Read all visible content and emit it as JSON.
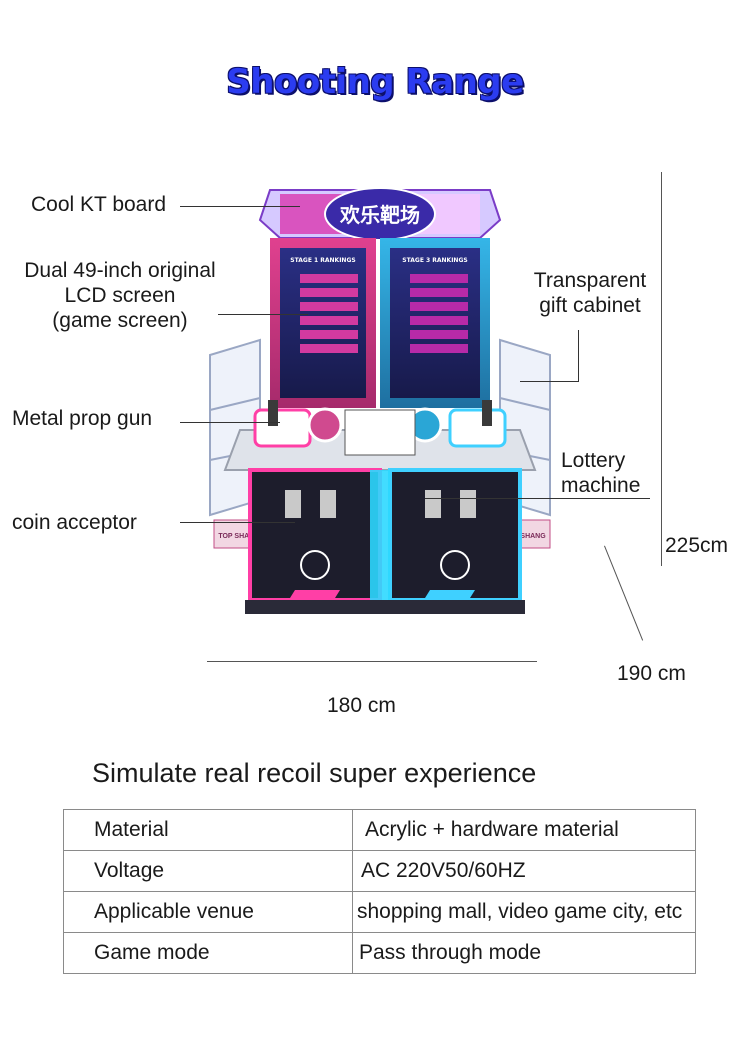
{
  "page_title": "Shooting Range",
  "callouts": {
    "kt_board": "Cool KT board",
    "lcd_line1": "Dual 49-inch original",
    "lcd_line2": "LCD screen",
    "lcd_line3": "(game screen)",
    "cabinet_line1": "Transparent",
    "cabinet_line2": "gift cabinet",
    "gun": "Metal prop gun",
    "lottery_line1": "Lottery",
    "lottery_line2": "machine",
    "coin": "coin acceptor"
  },
  "machine_marquee": "欢乐靶场",
  "screen_left_header": "STAGE 1 RANKINGS",
  "screen_right_header": "STAGE 3 RANKINGS",
  "cabinet_sign_left": "TOP SHANG",
  "cabinet_sign_right": "TOP SHANG",
  "dimensions": {
    "height": "225cm",
    "depth": "190 cm",
    "width": "180 cm"
  },
  "subtitle": "Simulate real recoil super experience",
  "specs": [
    {
      "key": "Material",
      "value": "Acrylic + hardware material"
    },
    {
      "key": "Voltage",
      "value": "AC 220V50/60HZ"
    },
    {
      "key": "Applicable venue",
      "value": "shopping mall, video game city, etc"
    },
    {
      "key": "Game mode",
      "value": "Pass through mode"
    }
  ],
  "colors": {
    "title": "#2b3cf0",
    "left_neon": "#ff3fa6",
    "right_neon": "#3fd0ff",
    "marquee": "#c52fd8"
  }
}
